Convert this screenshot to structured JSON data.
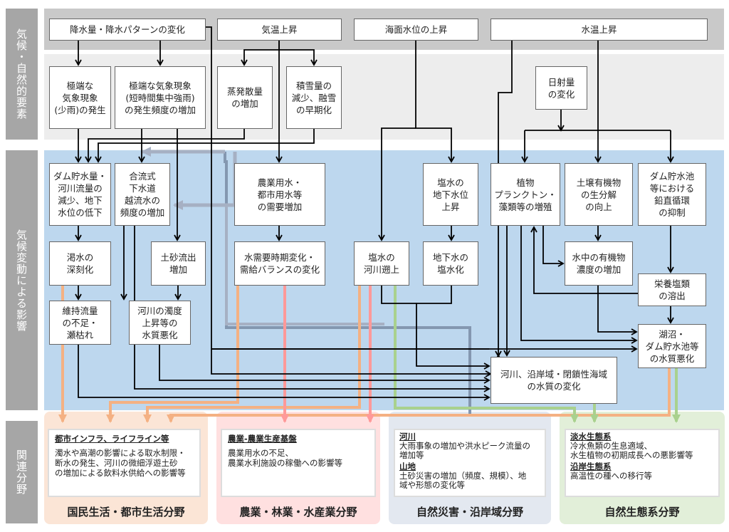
{
  "rows": {
    "climate_label": "気候・自然的要素",
    "impact_label": "気候変動による影響",
    "field_label": "関連分野"
  },
  "drivers": [
    {
      "id": "precip",
      "label": "降水量・降水パターンの変化"
    },
    {
      "id": "temp",
      "label": "気温上昇"
    },
    {
      "id": "sea",
      "label": "海面水位の上昇"
    },
    {
      "id": "water_temp",
      "label": "水温上昇"
    }
  ],
  "natural": [
    {
      "id": "drought",
      "label": "極端な\n気象現象\n(少雨)の発生"
    },
    {
      "id": "heavy_rain",
      "label": "極端な気象現象\n(短時間集中強雨)\nの発生頻度の増加"
    },
    {
      "id": "evap",
      "label": "蒸発散量\nの増加"
    },
    {
      "id": "snow",
      "label": "積雪量の\n減少、融雪\nの早期化"
    },
    {
      "id": "solar",
      "label": "日射量\nの変化"
    }
  ],
  "impacts": [
    {
      "id": "dam",
      "label": "ダム貯水量・\n河川流量の\n減少、地下\n水位の低下"
    },
    {
      "id": "sewer",
      "label": "合流式\n下水道\n越流水の\n頻度の増加"
    },
    {
      "id": "demand",
      "label": "農業用水・\n都市用水等\nの需要増加"
    },
    {
      "id": "salt_gw",
      "label": "塩水の\n地下水位\n上昇"
    },
    {
      "id": "plankton",
      "label": "植物\nプランクトン・\n藻類等の増殖"
    },
    {
      "id": "soil",
      "label": "土壌有機物\nの生分解\nの向上"
    },
    {
      "id": "reservoir",
      "label": "ダム貯水池\n等における\n鉛直循環\nの抑制"
    },
    {
      "id": "shortage",
      "label": "渇水の\n深刻化"
    },
    {
      "id": "sediment",
      "label": "土砂流出\n増加"
    },
    {
      "id": "balance",
      "label": "水需要時期変化・\n需給バランスの変化"
    },
    {
      "id": "salt_river",
      "label": "塩水の\n河川遡上"
    },
    {
      "id": "gw_salt",
      "label": "地下水の\n塩水化"
    },
    {
      "id": "organic",
      "label": "水中の有機物\n濃度の増加"
    },
    {
      "id": "flow",
      "label": "維持流量\nの不足・\n瀬枯れ"
    },
    {
      "id": "turbidity",
      "label": "河川の濁度\n上昇等の\n水質悪化"
    },
    {
      "id": "nutrient",
      "label": "栄養塩類\nの溶出"
    },
    {
      "id": "lake",
      "label": "湖沼・\nダム貯水池等\nの水質悪化"
    },
    {
      "id": "coast",
      "label": "河川、沿岸域・閉鎖性海域\nの水質の変化"
    }
  ],
  "fields": [
    {
      "title": "国民生活・都市生活分野",
      "color": "#fbe5d6",
      "sections": [
        {
          "head": "都市インフラ、ライフライン等",
          "body": "濁水や高潮の影響による取水制限・\n断水の発生、河川の微細浮遊土砂\nの増加による飲料水供給への影響等"
        }
      ]
    },
    {
      "title": "農業・林業・水産業分野",
      "color": "#ffe0e0",
      "sections": [
        {
          "head": "農業-農業生産基盤",
          "body": "農業用水の不足、\n農業水利施設の稼働への影響等"
        }
      ]
    },
    {
      "title": "自然災害・沿岸域分野",
      "color": "#e3e8f0",
      "sections": [
        {
          "head": "河川",
          "body": "大雨事象の増加や洪水ピーク流量の\n増加等"
        },
        {
          "head": "山地",
          "body": "土砂災害の増加（頻度、規模）、地\n域や形態の変化等"
        }
      ]
    },
    {
      "title": "自然生態系分野",
      "color": "#e2efd9",
      "sections": [
        {
          "head": "淡水生態系",
          "body": "冷水魚類の生息適域、\n水生植物の初期成長への悪影響等"
        },
        {
          "head": "沿岸生態系",
          "body": "高温性の種への移行等"
        }
      ]
    }
  ],
  "colors": {
    "row_label_bg": "#a6a6a6",
    "driver_band": "#c9c9c9",
    "natural_band": "#ededed",
    "impact_band": "#bdd7ee",
    "arrow_black": "#000000",
    "arrow_orange": "#f4b183",
    "arrow_pink": "#ff9999",
    "arrow_green": "#a9d18e",
    "arrow_blue": "#8497b0",
    "arrow_gray": "#9fa8b8"
  }
}
